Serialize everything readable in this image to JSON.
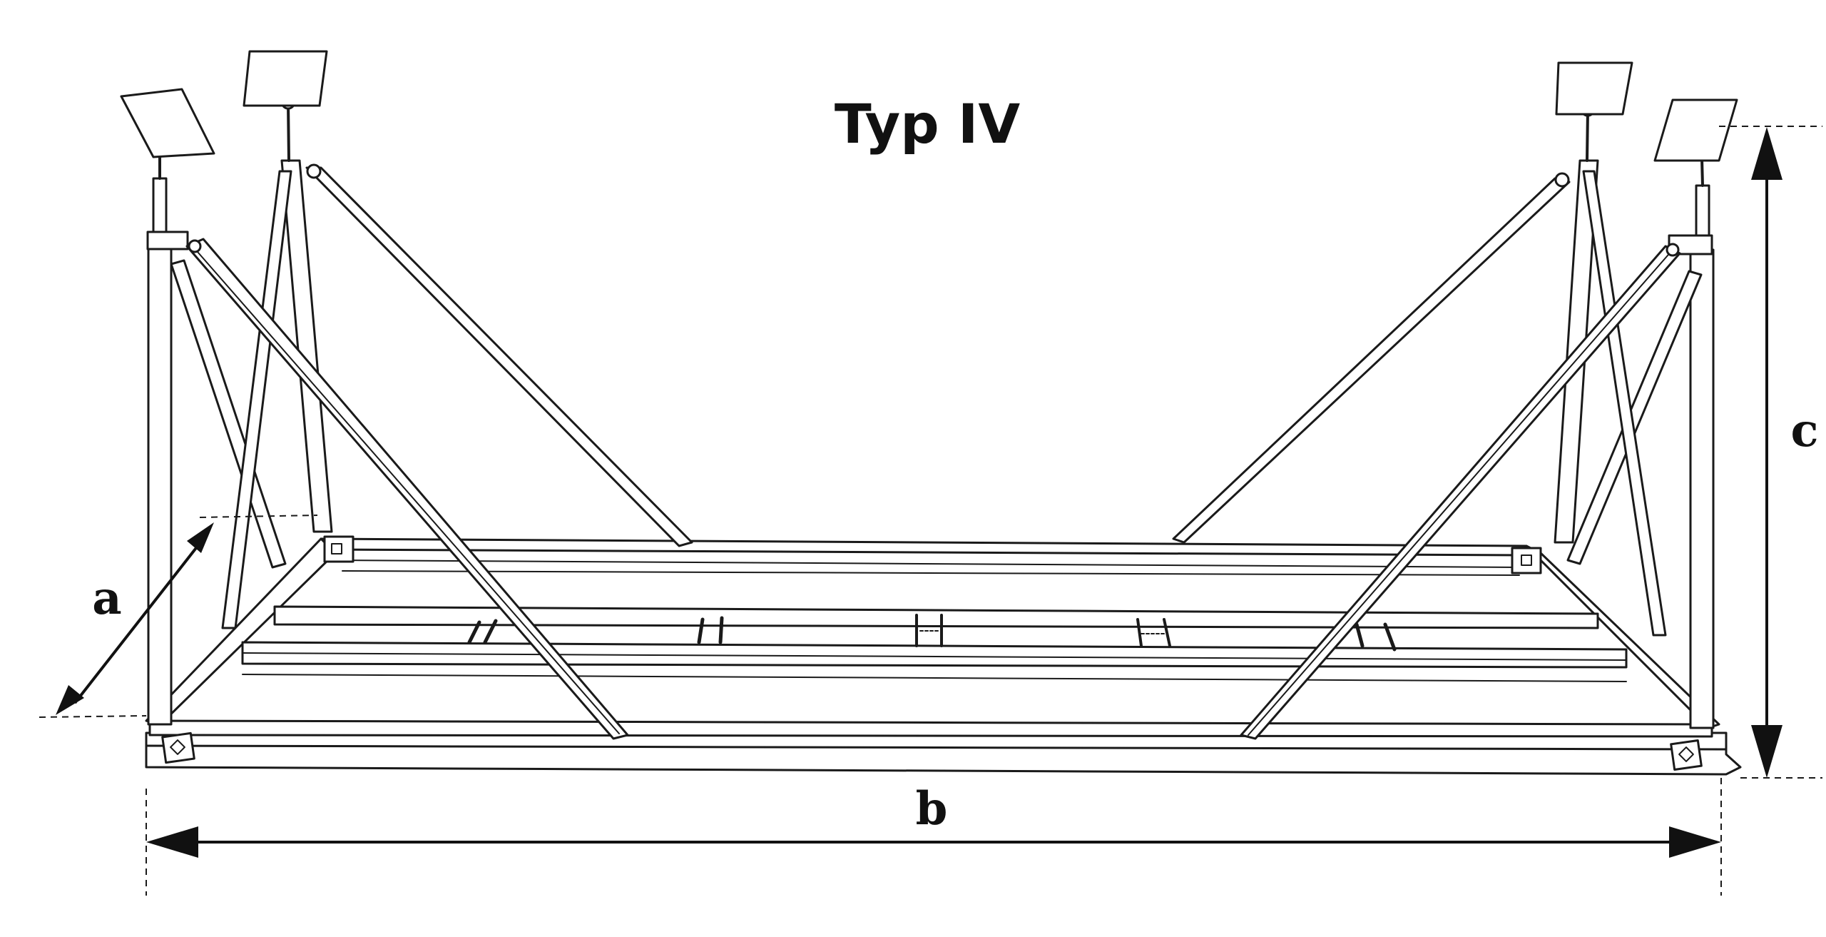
{
  "figure": {
    "title": "Typ IV",
    "dimensions": {
      "a": "a",
      "b": "b",
      "c": "c"
    },
    "colors": {
      "ink": "#1a1a1a",
      "background": "#ffffff"
    }
  }
}
